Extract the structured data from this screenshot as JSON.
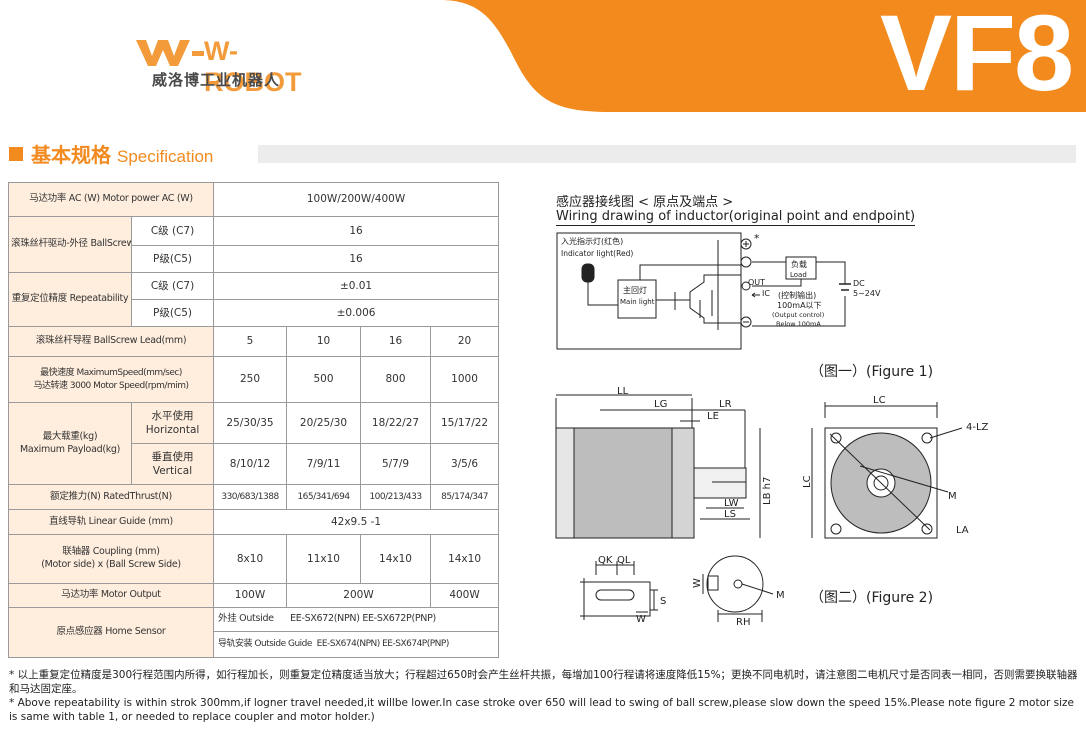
{
  "header": {
    "brand": "W-ROBOT",
    "brand_cn": "威洛博工业机器人",
    "model": "VF8",
    "accent": "#f28a1e"
  },
  "section": {
    "title_cn": "基本规格",
    "title_en": "Specification"
  },
  "spec": {
    "motor_power_label": "马达功率 AC (W)  Motor power AC (W)",
    "motor_power_value": "100W/200W/400W",
    "ballscrew_label": "滚珠丝杆驱动-外径    BallScrewØ",
    "grade_c7": "C级 (C7)",
    "grade_c5": "P级(C5)",
    "ballscrew_c7": "16",
    "ballscrew_c5": "16",
    "repeat_label": "重复定位精度     Repeatability",
    "repeat_c7": "±0.01",
    "repeat_c5": "±0.006",
    "lead_label": "滚珠丝杆导程  BallScrew Lead(mm)",
    "leads": [
      "5",
      "10",
      "16",
      "20"
    ],
    "speed_label_1": "最快速度  MaximumSpeed(mm/sec)",
    "speed_label_2": "马达转速  3000 Motor Speed(rpm/mim)",
    "speeds": [
      "250",
      "500",
      "800",
      "1000"
    ],
    "payload_label_1": "最大载重(kg)",
    "payload_label_2": "Maximum Payload(kg)",
    "horizontal_cn": "水平使用",
    "horizontal_en": "Horizontal",
    "vertical_cn": "垂直使用",
    "vertical_en": "Vertical",
    "payload_h": [
      "25/30/35",
      "20/25/30",
      "18/22/27",
      "15/17/22"
    ],
    "payload_v": [
      "8/10/12",
      "7/9/11",
      "5/7/9",
      "3/5/6"
    ],
    "thrust_label": "额定推力(N)     RatedThrust(N)",
    "thrust": [
      "330/683/1388",
      "165/341/694",
      "100/213/433",
      "85/174/347"
    ],
    "guide_label": "直线导轨  Linear Guide (mm)",
    "guide_value": "42x9.5  -1",
    "coupling_label_1": "联轴器 Coupling (mm)",
    "coupling_label_2": "(Motor side) x (Ball Screw Side)",
    "couplings": [
      "8x10",
      "11x10",
      "14x10",
      "14x10"
    ],
    "output_label": "马达功率    Motor Output",
    "outputs": [
      "100W",
      "200W",
      "400W"
    ],
    "sensor_label": "原点感应器  Home Sensor",
    "sensor_outside_label": "外挂 Outside",
    "sensor_outside_value": "EE-SX672(NPN)   EE-SX672P(PNP)",
    "sensor_guide_label": "导轨安装 Outside Guide",
    "sensor_guide_value": "EE-SX674(NPN)   EE-SX674P(PNP)"
  },
  "wiring": {
    "title": "感应器接线图 < 原点及端点 >",
    "subtitle": "Wiring drawing of inductor(original point and endpoint)",
    "indicator_cn": "入光指示灯(红色)",
    "indicator_en": "Indicator light(Red)",
    "main_light_cn": "主回灯",
    "main_light_en": "Main light",
    "load_cn": "负载",
    "load_en": "Load",
    "out": "OUT",
    "ic": "IC",
    "control_cn": "(控制输出)",
    "control_ma": "100mA以下",
    "control_en": "(Output control)",
    "control_below": "Below 100mA",
    "dc": "DC",
    "dc_v": "5~24V",
    "star": "*"
  },
  "figure1": {
    "caption": "（图一）(Figure 1)",
    "LL": "LL",
    "LG": "LG",
    "LR": "LR",
    "LE": "LE",
    "LB": "LB h7",
    "LW": "LW",
    "LS": "LS",
    "LC": "LC",
    "LZ": "4-LZ",
    "M": "M",
    "LA": "LA"
  },
  "figure2": {
    "caption": "（图二）(Figure 2)",
    "QK": "QK",
    "QL": "QL",
    "S": "S",
    "W": "W",
    "M": "M",
    "RH": "RH"
  },
  "notes": {
    "cn": "* 以上重复定位精度是300行程范围内所得，如行程加长，则重复定位精度适当放大；行程超过650时会产生丝杆共振，每增加100行程请将速度降低15%；更换不同电机时，请注意图二电机尺寸是否同表一相同，否则需要换联轴器和马达固定座。",
    "en": "* Above repeatability is within strok 300mm,if logner travel needed,it willbe lower.In case stroke over 650 will lead to swing of ball screw,please slow down the speed 15%.Please note figure 2 motor size is same with table 1, or needed to replace coupler and motor holder.)"
  }
}
